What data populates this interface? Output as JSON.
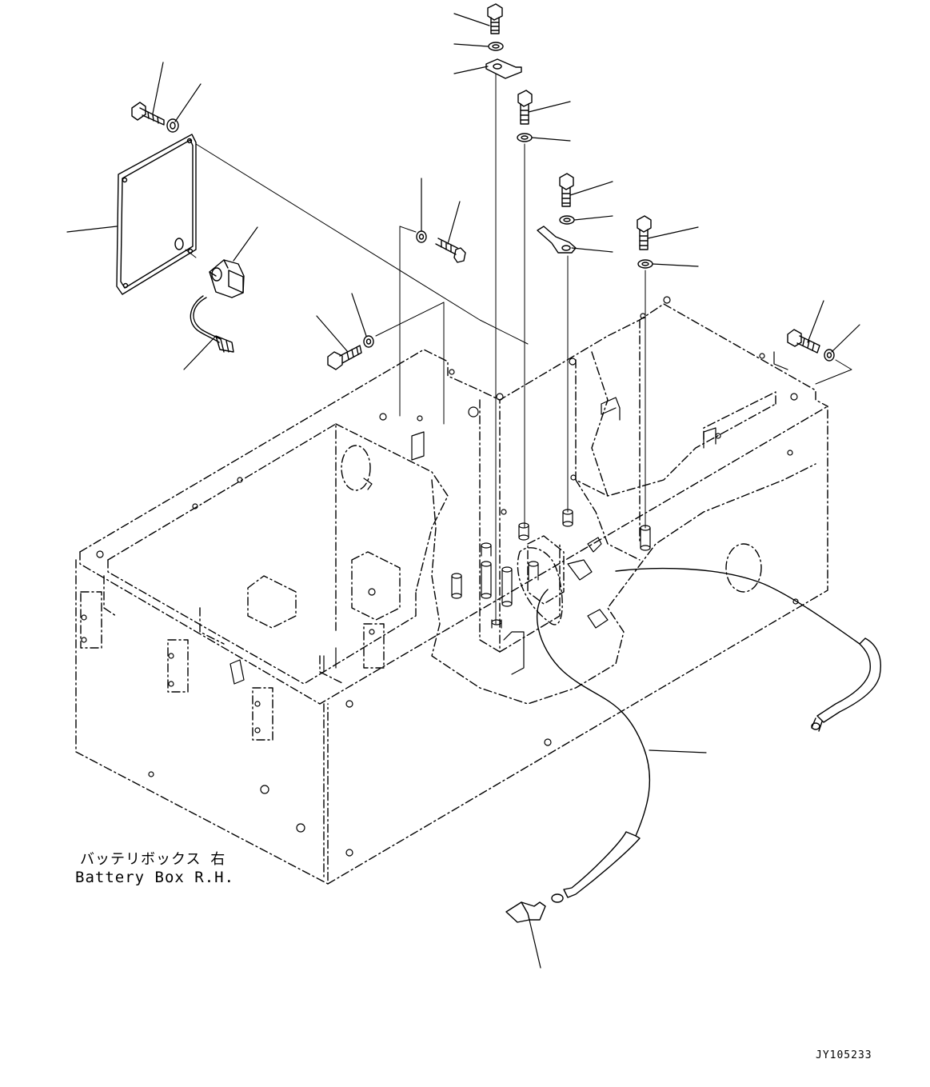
{
  "diagram": {
    "caption_jp": "バッテリボックス 右",
    "caption_en": "Battery Box R.H.",
    "drawing_id": "JY105233"
  },
  "colors": {
    "line": "#000000",
    "background": "#ffffff"
  },
  "leaders": [
    "cover-plate",
    "cover-bolt",
    "cover-washer",
    "switch-body",
    "switch-harness",
    "top-bolt",
    "top-washer",
    "top-clamp",
    "mid-bolt",
    "mid-washer",
    "center-washer",
    "center-bolt",
    "left-bolt",
    "left-washer",
    "right-bolt-a",
    "right-washer-a",
    "right-clamp",
    "right-bolt-b",
    "right-washer-b",
    "far-bolt",
    "far-washer",
    "ground-cable",
    "cable-terminal"
  ]
}
